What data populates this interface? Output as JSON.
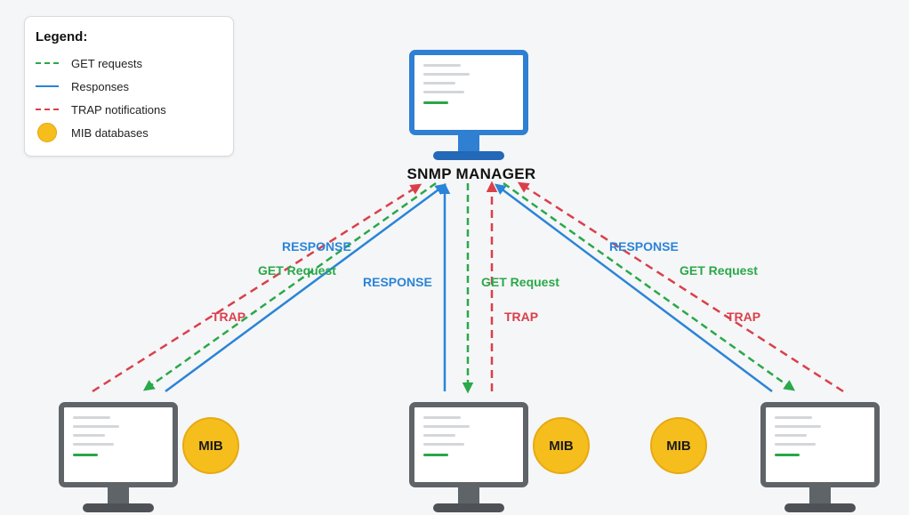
{
  "legend": {
    "title": "Legend:",
    "items": [
      {
        "label": "GET requests",
        "style": "dashed",
        "color": "#2aa84a"
      },
      {
        "label": "Responses",
        "style": "solid",
        "color": "#2a84d8"
      },
      {
        "label": "TRAP notifications",
        "style": "dashed",
        "color": "#d9404b"
      },
      {
        "label": "MIB databases",
        "style": "circle",
        "color": "#f6be1d"
      }
    ]
  },
  "manager": {
    "label": "SNMP MANAGER"
  },
  "mib_label": "MIB",
  "links": {
    "left": {
      "response": "RESPONSE",
      "get": "GET Request",
      "trap": "TRAP"
    },
    "center": {
      "response": "RESPONSE",
      "get": "GET Request",
      "trap": "TRAP"
    },
    "right": {
      "response": "RESPONSE",
      "get": "GET Request",
      "trap": "TRAP"
    }
  },
  "colors": {
    "get": "#2aa84a",
    "response": "#2a84d8",
    "trap": "#d9404b",
    "mib": "#f6be1d",
    "manager": "#2f7fd3",
    "agent": "#5f6469"
  }
}
